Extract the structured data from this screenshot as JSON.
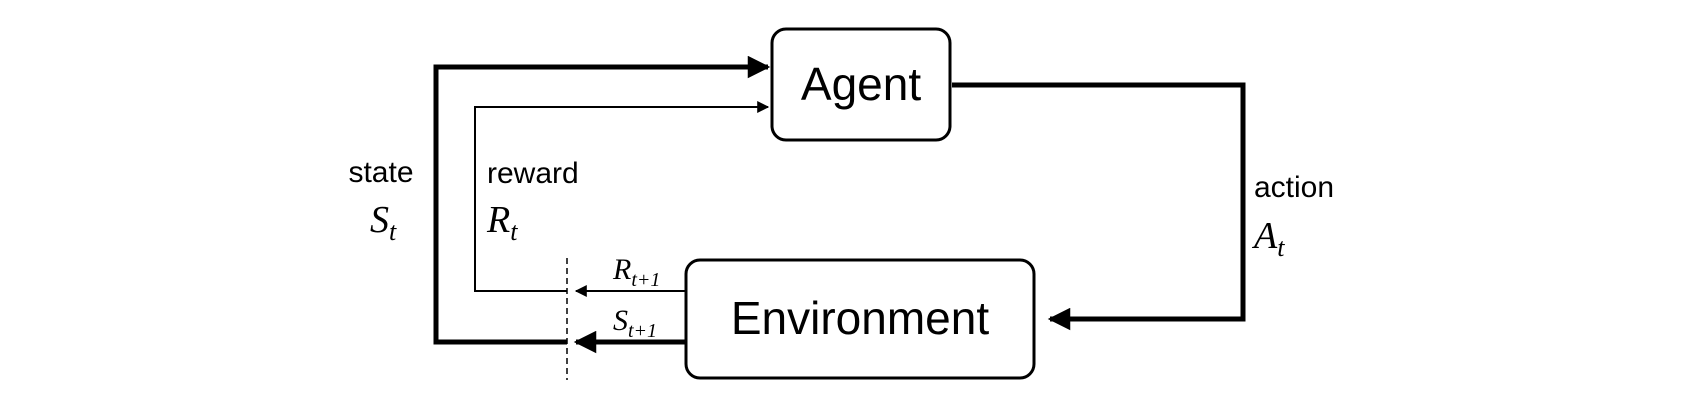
{
  "diagram": {
    "agent_label": "Agent",
    "environment_label": "Environment",
    "state": {
      "word": "state",
      "symbol": "S",
      "subscript": "t"
    },
    "reward": {
      "word": "reward",
      "symbol": "R",
      "subscript": "t"
    },
    "action": {
      "word": "action",
      "symbol": "A",
      "subscript": "t"
    },
    "next_reward": {
      "symbol": "R",
      "subscript": "t+1"
    },
    "next_state": {
      "symbol": "S",
      "subscript": "t+1"
    }
  },
  "colors": {
    "stroke": "#000000",
    "background": "#ffffff"
  }
}
